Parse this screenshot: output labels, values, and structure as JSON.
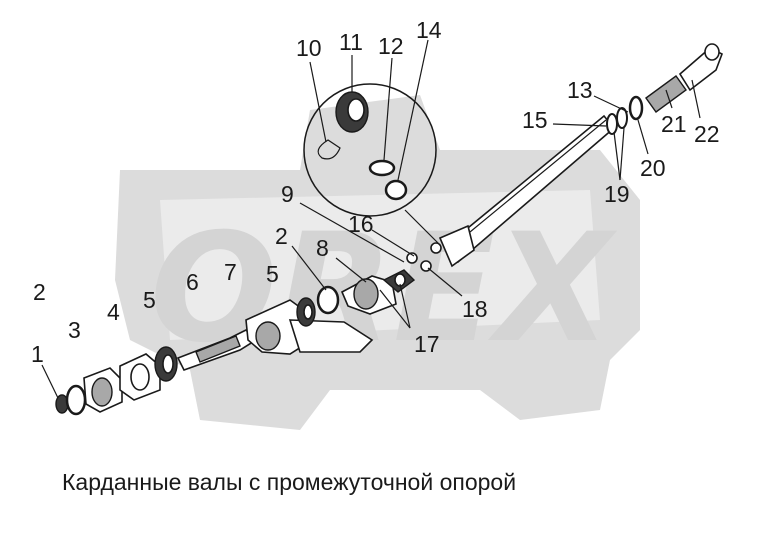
{
  "watermark": {
    "text": "OREX"
  },
  "caption": "Карданные валы с промежуточной опорой",
  "callouts": {
    "c1": "1",
    "c2a": "2",
    "c3": "3",
    "c4": "4",
    "c5a": "5",
    "c6": "6",
    "c7": "7",
    "c2b": "2",
    "c5b": "5",
    "c8": "8",
    "c9": "9",
    "c10": "10",
    "c11": "11",
    "c12": "12",
    "c14": "14",
    "c16": "16",
    "c17": "17",
    "c18": "18",
    "c13": "13",
    "c15": "15",
    "c19": "19",
    "c20": "20",
    "c21": "21",
    "c22": "22"
  }
}
